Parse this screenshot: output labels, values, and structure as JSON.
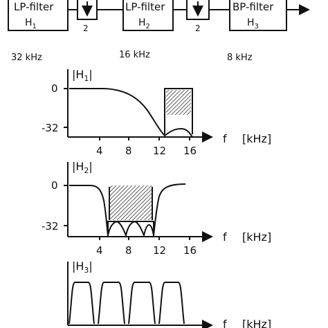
{
  "chain": {
    "blocks": [
      {
        "label": "LP-filter",
        "sub": "H",
        "idx": "1"
      },
      {
        "label": "LP-filter",
        "sub": "H",
        "idx": "2"
      },
      {
        "label": "BP-filter",
        "sub": "H",
        "idx": "3"
      }
    ],
    "decimators": [
      {
        "factor": "2"
      },
      {
        "factor": "2"
      }
    ],
    "rates": [
      "32 kHz",
      "16 kHz",
      "8 kHz"
    ]
  },
  "plots": [
    {
      "ylabel_main": "|H",
      "ylabel_idx": "1",
      "ylabel_end": "|",
      "yticks": [
        "0",
        "-32"
      ],
      "xticks": [
        "4",
        "8",
        "12",
        "16"
      ],
      "xaxis": "f",
      "unit": "[kHz]"
    },
    {
      "ylabel_main": "|H",
      "ylabel_idx": "2",
      "ylabel_end": "|",
      "yticks": [
        "0",
        "-32"
      ],
      "xticks": [
        "4",
        "8",
        "12",
        "16"
      ],
      "xaxis": "f",
      "unit": "[kHz]"
    },
    {
      "ylabel_main": "|H",
      "ylabel_idx": "3",
      "ylabel_end": "|",
      "yticks": [],
      "xticks": [],
      "xaxis": "f",
      "unit": "[kHz]"
    }
  ]
}
